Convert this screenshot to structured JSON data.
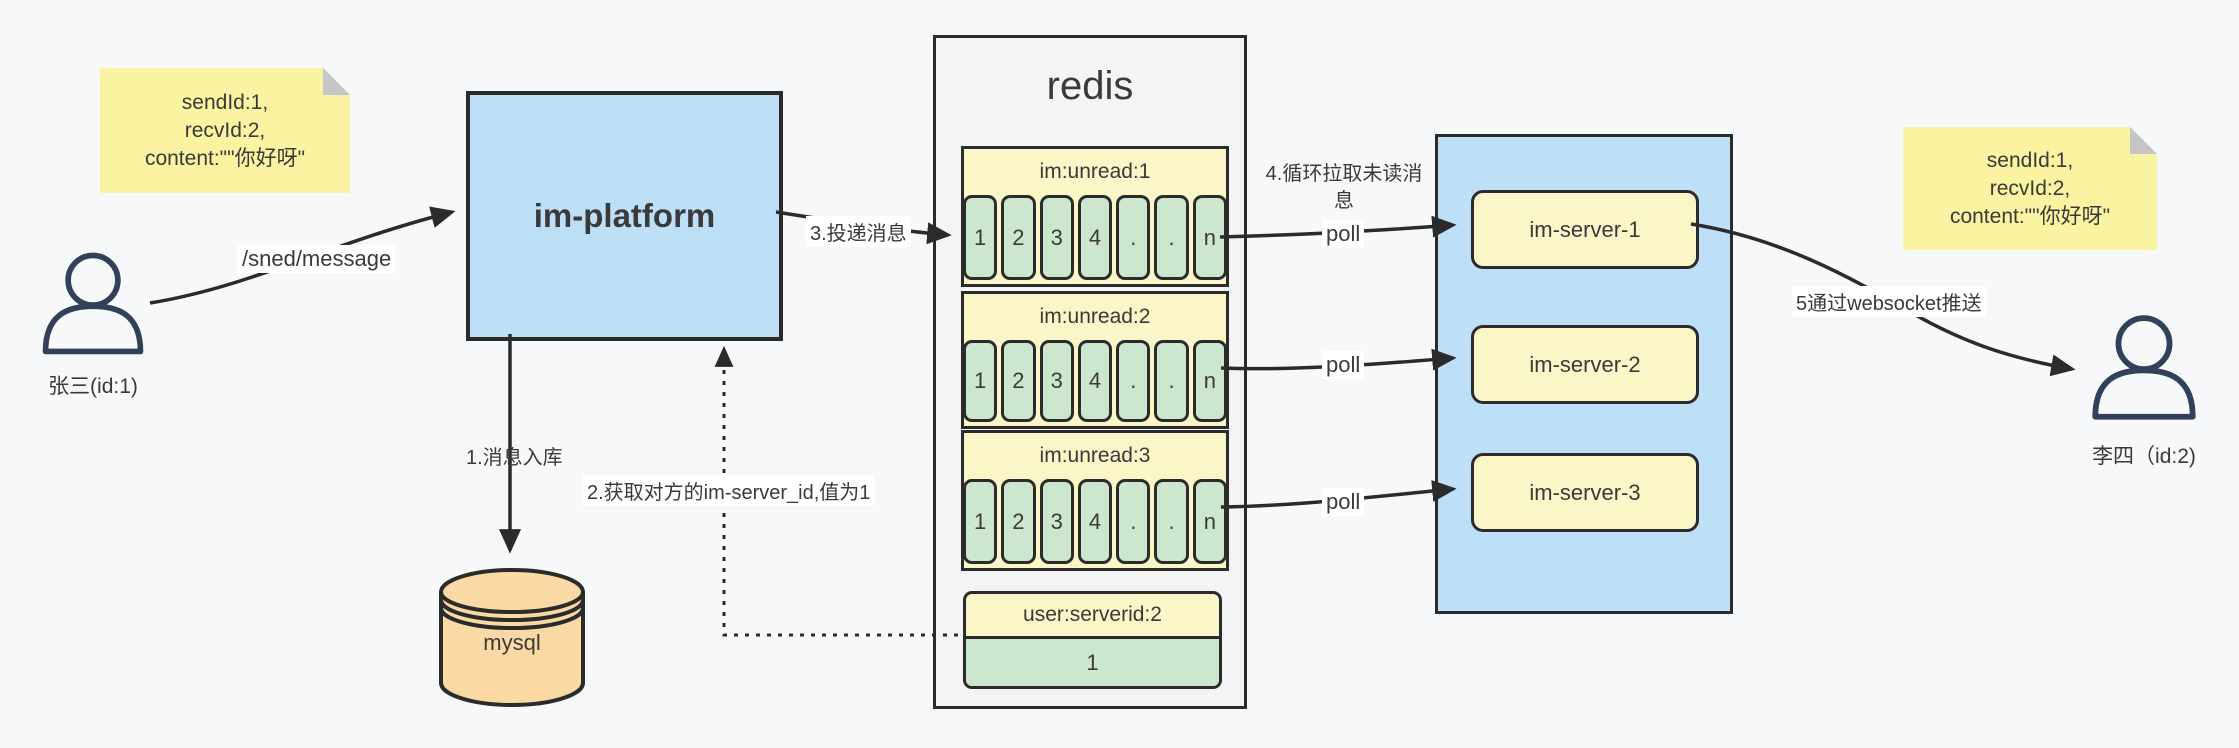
{
  "notes": {
    "left": {
      "line1": "sendId:1,",
      "line2": "recvId:2,",
      "line3": "content:\"\"你好呀\""
    },
    "right": {
      "line1": "sendId:1,",
      "line2": "recvId:2,",
      "line3": "content:\"\"你好呀\""
    }
  },
  "actors": {
    "sender": {
      "label": "张三(id:1)"
    },
    "receiver": {
      "label": "李四（id:2)"
    }
  },
  "platform": {
    "label": "im-platform"
  },
  "database": {
    "label": "mysql"
  },
  "redis": {
    "title": "redis",
    "queues": [
      {
        "header": "im:unread:1",
        "cells": [
          "1",
          "2",
          "3",
          "4",
          ".",
          ".",
          "n"
        ]
      },
      {
        "header": "im:unread:2",
        "cells": [
          "1",
          "2",
          "3",
          "4",
          ".",
          ".",
          "n"
        ]
      },
      {
        "header": "im:unread:3",
        "cells": [
          "1",
          "2",
          "3",
          "4",
          ".",
          ".",
          "n"
        ]
      }
    ],
    "mapping": {
      "header": "user:serverid:2",
      "value": "1"
    }
  },
  "server_cluster": {
    "servers": [
      {
        "label": "im-server-1"
      },
      {
        "label": "im-server-2"
      },
      {
        "label": "im-server-3"
      }
    ]
  },
  "edges": {
    "send": "/sned/message",
    "step1": "1.消息入库",
    "step2": "2.获取对方的im-server_id,值为1",
    "step3": "3.投递消息",
    "step4": "4.循环拉取未读消息",
    "poll": "poll",
    "step5": "5通过websocket推送"
  },
  "colors": {
    "note_yellow": "#faf3a1",
    "node_blue": "#bde0f7",
    "pale_yellow": "#faf6c7",
    "cell_green": "#cde6ce",
    "db_tan": "#fad9a4",
    "line_dark": "#2b2b2b"
  }
}
